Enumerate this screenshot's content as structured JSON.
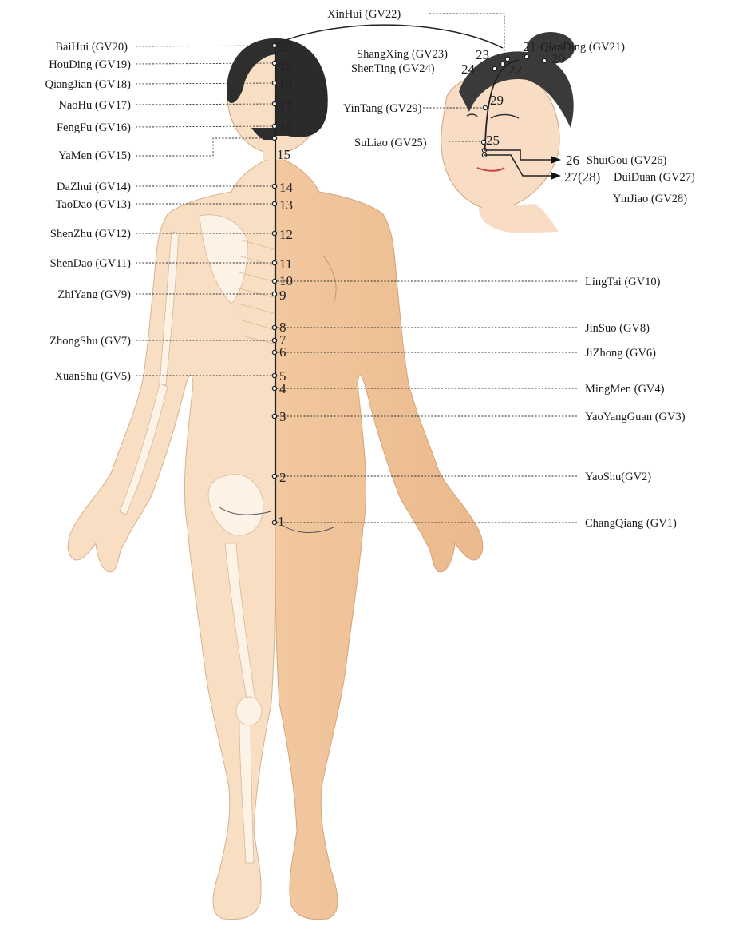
{
  "left_labels": [
    {
      "id": "baihui",
      "label": "BaiHui (GV20)",
      "num": "20"
    },
    {
      "id": "houding",
      "label": "HouDing (GV19)",
      "num": "19"
    },
    {
      "id": "qiangjian",
      "label": "QiangJian (GV18)",
      "num": "18"
    },
    {
      "id": "naohu",
      "label": "NaoHu (GV17)",
      "num": "17"
    },
    {
      "id": "fengfu",
      "label": "FengFu (GV16)",
      "num": "16"
    },
    {
      "id": "yamen",
      "label": "YaMen (GV15)",
      "num": "15"
    },
    {
      "id": "dazhui",
      "label": "DaZhui (GV14)",
      "num": "14"
    },
    {
      "id": "taodao",
      "label": "TaoDao (GV13)",
      "num": "13"
    },
    {
      "id": "shenzhu",
      "label": "ShenZhu (GV12)",
      "num": "12"
    },
    {
      "id": "shendao",
      "label": "ShenDao (GV11)",
      "num": "11"
    },
    {
      "id": "zhiyang",
      "label": "ZhiYang (GV9)",
      "num": "9"
    },
    {
      "id": "zhongshu",
      "label": "ZhongShu (GV7)",
      "num": "7"
    },
    {
      "id": "xuanshu",
      "label": "XuanShu (GV5)",
      "num": "5"
    }
  ],
  "right_labels": [
    {
      "id": "lingtai",
      "label": "LingTai (GV10)",
      "num": "10"
    },
    {
      "id": "jinsuo",
      "label": "JinSuo (GV8)",
      "num": "8"
    },
    {
      "id": "jizhong",
      "label": "JiZhong (GV6)",
      "num": "6"
    },
    {
      "id": "mingmen",
      "label": "MingMen (GV4)",
      "num": "4"
    },
    {
      "id": "yaoyangguan",
      "label": "YaoYangGuan (GV3)",
      "num": "3"
    },
    {
      "id": "yaoshu",
      "label": "YaoShu(GV2)",
      "num": "2"
    },
    {
      "id": "changqiang",
      "label": "ChangQiang (GV1)",
      "num": "1"
    }
  ],
  "head_labels": {
    "xinhui": "XinHui (GV22)",
    "qianding": "QianDing (GV21)",
    "shangxing": "ShangXing (GV23)",
    "shenting": "ShenTing (GV24)",
    "yintang": "YinTang (GV29)",
    "suliao": "SuLiao (GV25)",
    "shuigou": "ShuiGou (GV26)",
    "duiduan": "DuiDuan (GV27)",
    "yinjiao": "YinJiao (GV28)"
  },
  "head_nums": {
    "n21": "21",
    "n20": "20",
    "n23": "23",
    "n24": "24",
    "n22": "22",
    "n29": "29",
    "n25": "25",
    "n26": "26",
    "n27": "27(28)"
  },
  "colors": {
    "skin_light": "#f7dcc0",
    "skin_dark": "#eebf94",
    "bone": "#fbefe2",
    "hair": "#2a2a2a",
    "channel": "#222222"
  }
}
